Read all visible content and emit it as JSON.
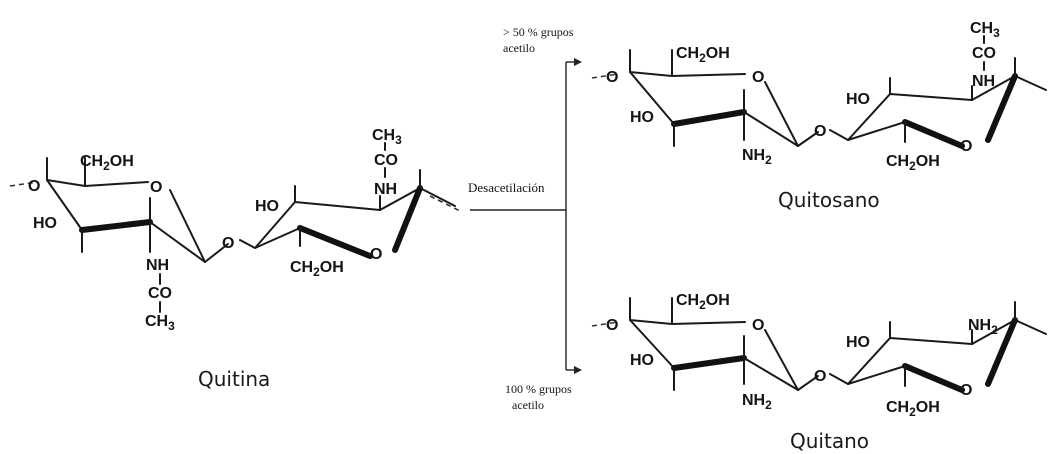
{
  "reaction": {
    "label": "Desacetilación",
    "branch_top": "> 50 % grupos acetilo",
    "branch_top_l1": "> 50 % grupos",
    "branch_top_l2": "acetilo",
    "branch_bottom_l1": "100 % grupos",
    "branch_bottom_l2": "acetilo"
  },
  "molecules": {
    "quitina": {
      "name": "Quitina",
      "groups": {
        "ch2oh_a": "CH",
        "ch2oh_a_sub": "2",
        "ch2oh_a_tail": "OH",
        "ho_a": "HO",
        "o_a": "O",
        "nh_a": "NH",
        "co_a": "CO",
        "ch3_a": "CH",
        "ch3_a_sub": "3",
        "ho_b": "HO",
        "ch2oh_b": "CH",
        "ch2oh_b_sub": "2",
        "ch2oh_b_tail": "OH",
        "o_b": "O",
        "nh_b": "NH",
        "co_b": "CO",
        "ch3_b": "CH",
        "ch3_b_sub": "3",
        "o_link": "O",
        "o_left": "O"
      }
    },
    "quitosano": {
      "name": "Quitosano",
      "groups": {
        "ch2oh_a": "CH",
        "ch2oh_a_sub": "2",
        "ch2oh_a_tail": "OH",
        "ho_a": "HO",
        "o_a": "O",
        "nh2_a": "NH",
        "nh2_a_sub": "2",
        "ho_b": "HO",
        "ch2oh_b": "CH",
        "ch2oh_b_sub": "2",
        "ch2oh_b_tail": "OH",
        "o_b": "O",
        "nh_b": "NH",
        "co_b": "CO",
        "ch3_b": "CH",
        "ch3_b_sub": "3",
        "o_link": "O",
        "o_left": "O"
      }
    },
    "quitano": {
      "name": "Quitano",
      "groups": {
        "ch2oh_a": "CH",
        "ch2oh_a_sub": "2",
        "ch2oh_a_tail": "OH",
        "ho_a": "HO",
        "o_a": "O",
        "nh2_a": "NH",
        "nh2_a_sub": "2",
        "ho_b": "HO",
        "ch2oh_b": "CH",
        "ch2oh_b_sub": "2",
        "ch2oh_b_tail": "OH",
        "o_b": "O",
        "nh2_b": "NH",
        "nh2_b_sub": "2",
        "o_link": "O",
        "o_left": "O"
      }
    }
  }
}
